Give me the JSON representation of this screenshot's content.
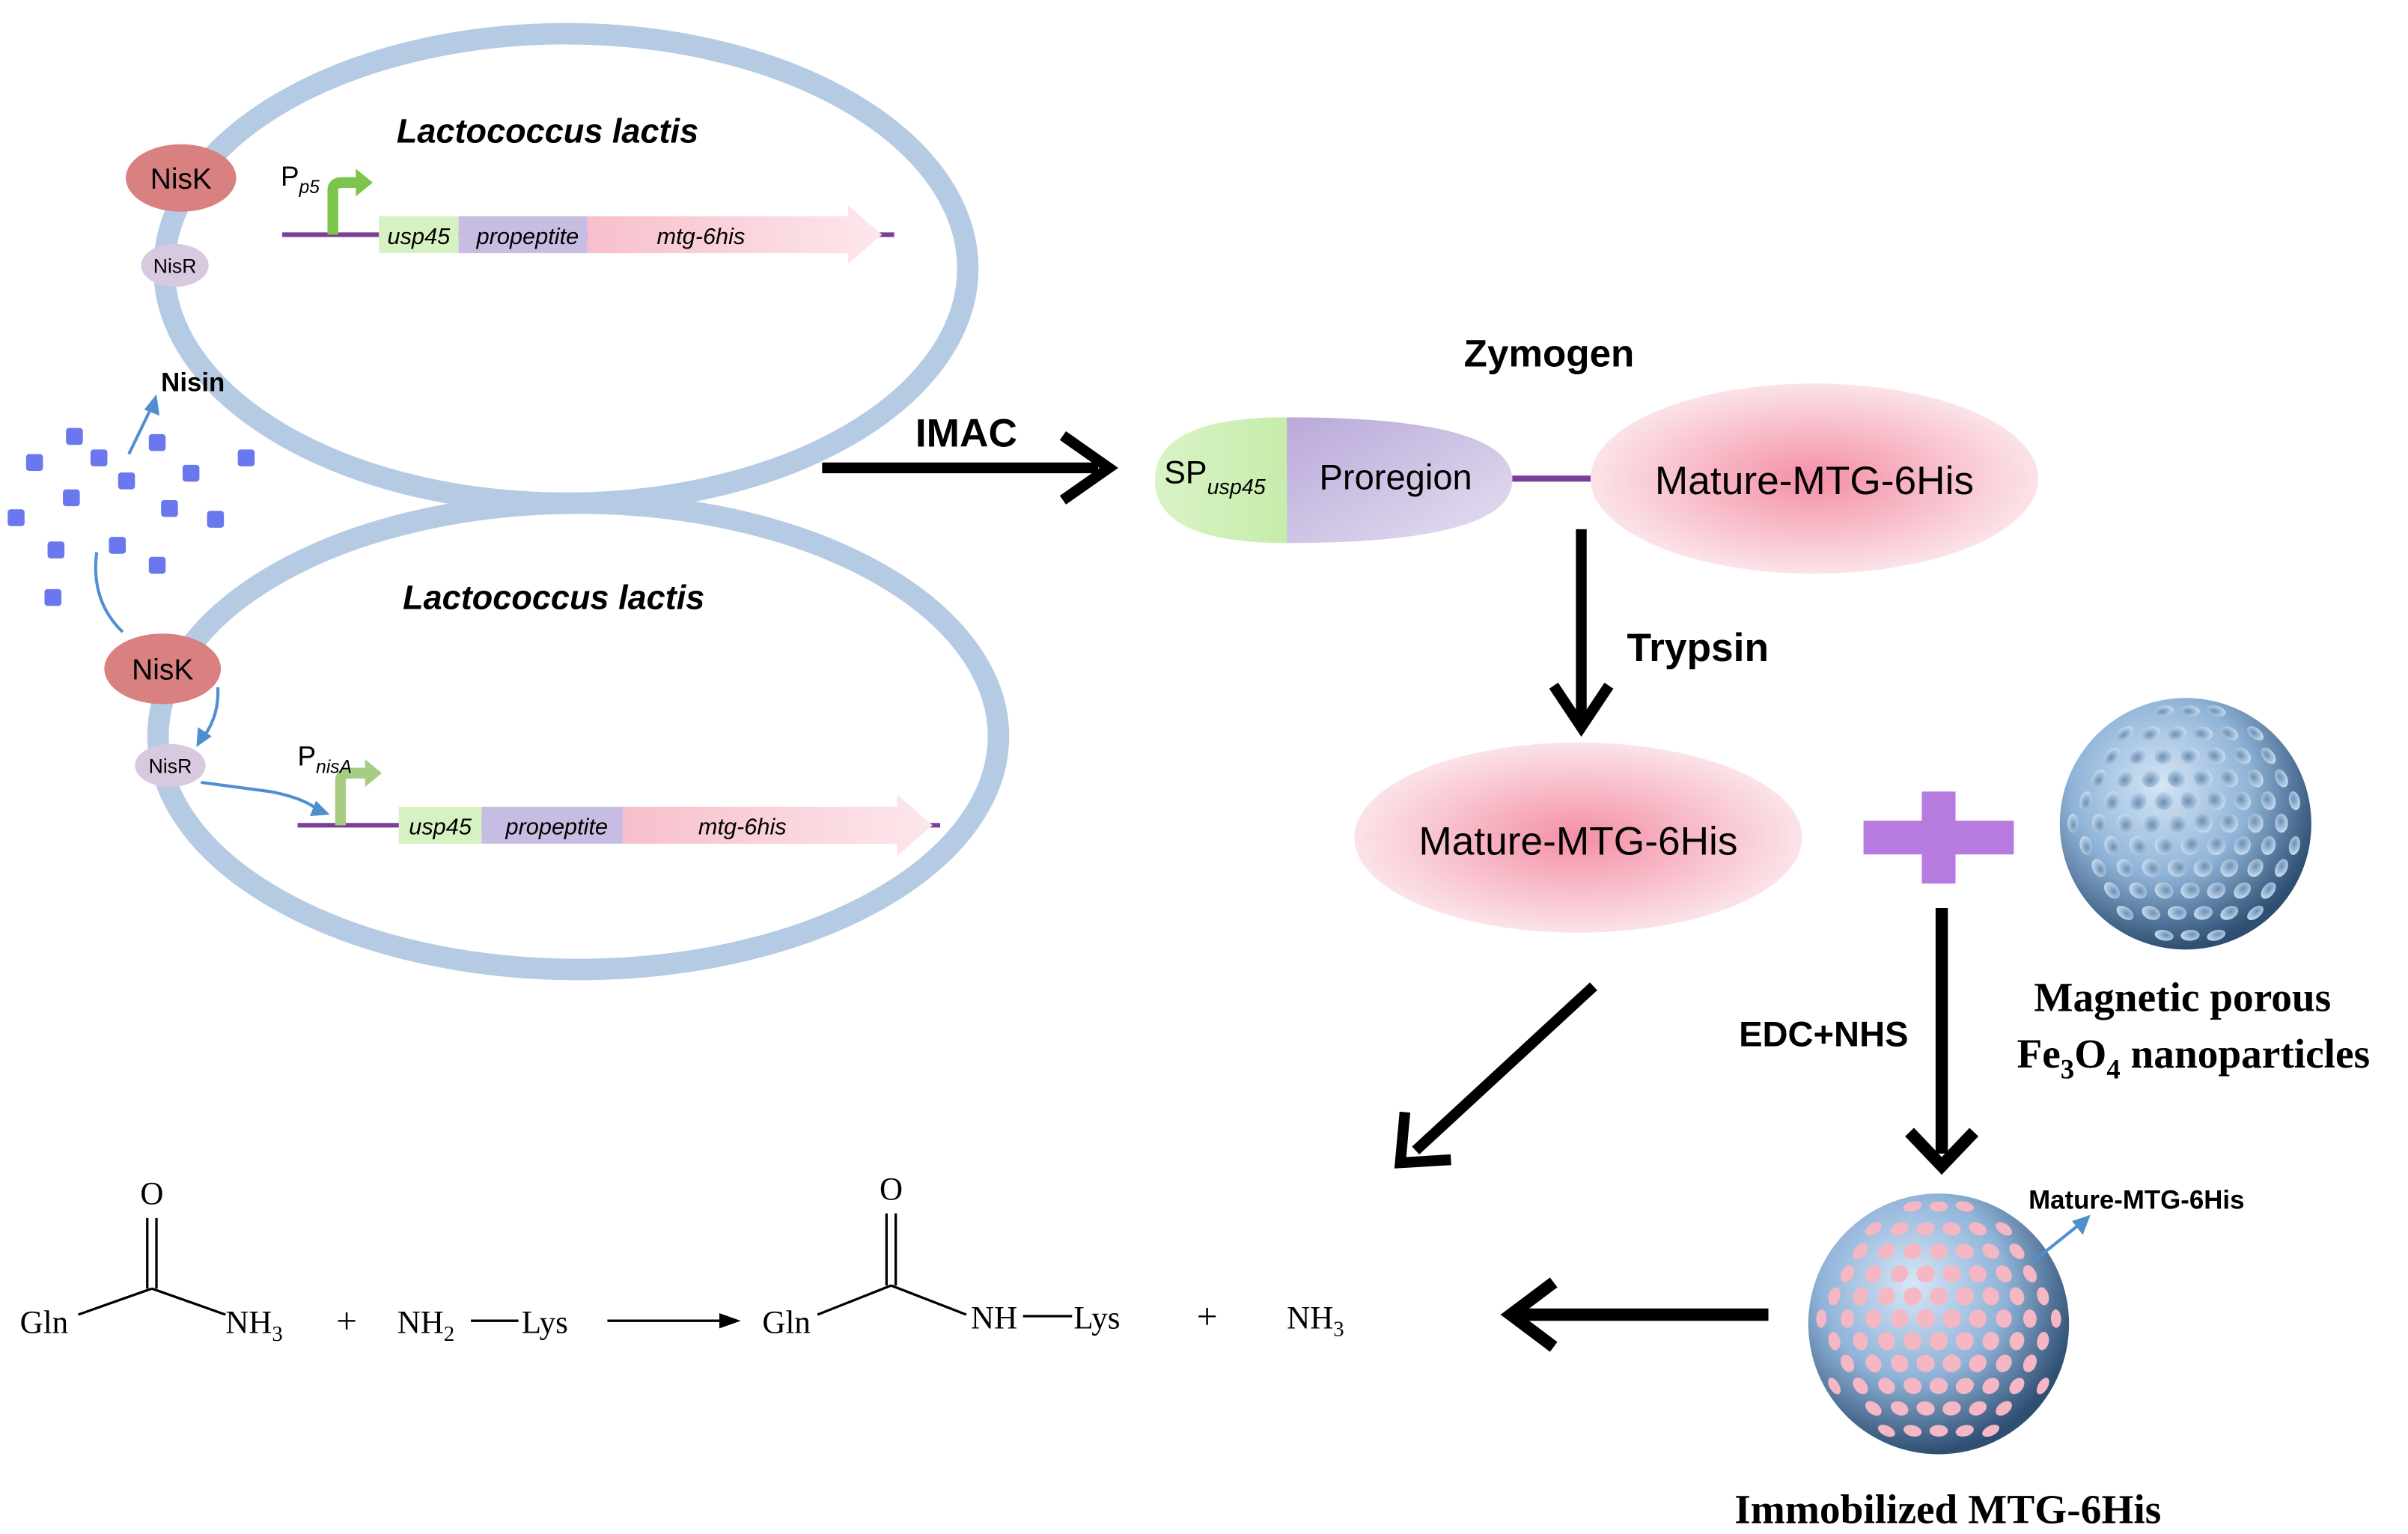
{
  "cells": {
    "top_name": "Lactococcus lactis",
    "bottom_name": "Lactococcus lactis"
  },
  "sensors": {
    "nisk": "NisK",
    "nisr": "NisR",
    "nisin": "Nisin"
  },
  "promoters": {
    "top_p": "P",
    "top_sub": "p5",
    "bottom_p": "P",
    "bottom_sub": "nisA"
  },
  "gene_segments": {
    "usp45": "usp45",
    "propeptite": "propeptite",
    "mtg": "mtg-6his"
  },
  "process": {
    "imac": "IMAC",
    "zymogen": "Zymogen",
    "trypsin": "Trypsin",
    "edc_nhs": "EDC+NHS"
  },
  "zymogen_parts": {
    "sp": "SP",
    "sp_sub": "usp45",
    "proregion": "Proregion",
    "mature": "Mature-MTG-6His"
  },
  "mature_enzyme": "Mature-MTG-6His",
  "nanoparticles": {
    "line1": "Magnetic porous",
    "fe": "Fe",
    "sub3": "3",
    "o": "O",
    "sub4": "4",
    "rest": " nanoparticles"
  },
  "immobilized": {
    "title": "Immobilized MTG-6His",
    "callout": "Mature-MTG-6His"
  },
  "reaction": {
    "o1": "O",
    "gln1": "Gln",
    "nh3": "NH",
    "sub3": "3",
    "plus1": "+",
    "nh2": "NH",
    "sub2": "2",
    "lys1": "Lys",
    "o2": "O",
    "gln2": "Gln",
    "nh": "NH",
    "lys2": "Lys",
    "plus2": "+",
    "nh3b": "NH",
    "sub3b": "3"
  },
  "colors": {
    "cell_wall": "#b5cbe3",
    "nisk": "#d98080",
    "nisr": "#d7c9e0",
    "nisin": "#6a77ee",
    "dna": "#7b3f98",
    "promoter_top": "#7cc44c",
    "promoter_bottom": "#a9cc83",
    "usp45": "#d6f2c2",
    "propeptite": "#c7bde2",
    "mtg": "#f7c6cf",
    "arrow": "#000000",
    "signal": "#4f8fd0",
    "plus": "#b77be0"
  }
}
